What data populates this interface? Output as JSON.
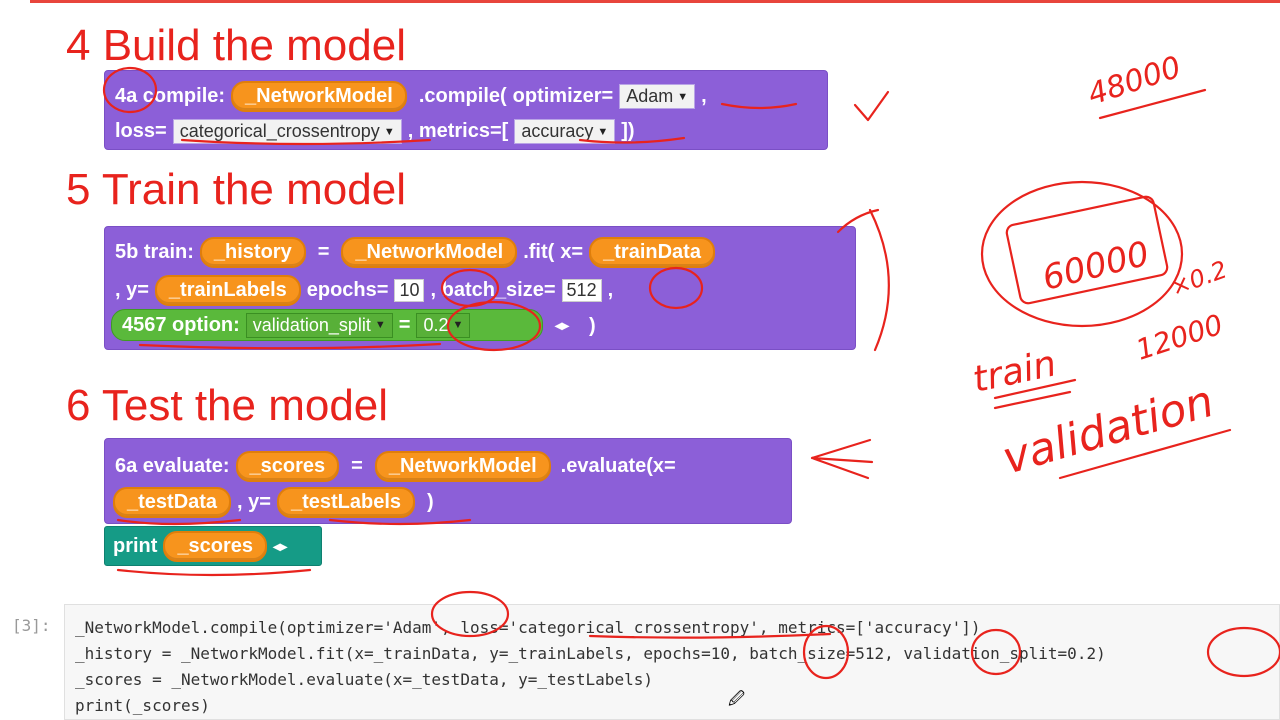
{
  "sections": {
    "build": {
      "title": "4 Build the model"
    },
    "train": {
      "title": "5 Train the model"
    },
    "test": {
      "title": "6 Test the model"
    }
  },
  "compile_block": {
    "label": "4a compile:",
    "model": "_NetworkModel",
    "method": ".compile(",
    "optimizer_label": "optimizer=",
    "optimizer_value": "Adam",
    "comma1": ",",
    "loss_label": "loss=",
    "loss_value": "categorical_crossentropy",
    "metrics_label": ", metrics=[",
    "metrics_value": "accuracy",
    "close": "])"
  },
  "train_block": {
    "label": "5b train:",
    "history": "_history",
    "eq": "=",
    "model": "_NetworkModel",
    "method": ".fit(",
    "x_label": "x=",
    "x_value": "_trainData",
    "y_label": ", y=",
    "y_value": "_trainLabels",
    "epochs_label": "epochs=",
    "epochs_value": "10",
    "batch_label": ", batch_size=",
    "batch_value": "512",
    "comma": ",",
    "option_label": "4567 option:",
    "option_name": "validation_split",
    "option_eq": "=",
    "option_value": "0.2",
    "close": ")"
  },
  "evaluate_block": {
    "label": "6a evaluate:",
    "scores": "_scores",
    "eq": "=",
    "model": "_NetworkModel",
    "method": ".evaluate(x=",
    "x_value": "_testData",
    "y_label": ", y=",
    "y_value": "_testLabels",
    "close": ")"
  },
  "print_block": {
    "label": "print",
    "value": "_scores"
  },
  "notebook": {
    "prompt": "[3]:",
    "lines": [
      "_NetworkModel.compile(optimizer='Adam', loss='categorical_crossentropy', metrics=['accuracy'])",
      "_history = _NetworkModel.fit(x=_trainData, y=_trainLabels, epochs=10, batch_size=512, validation_split=0.2)",
      "_scores = _NetworkModel.evaluate(x=_testData, y=_testLabels)",
      "print(_scores)"
    ]
  },
  "annotations": {
    "n48000": "48000",
    "n60000": "60000",
    "x02": "×0.2",
    "n12000": "12000",
    "train": "train",
    "validation": "validation"
  },
  "colors": {
    "heading": "#e8231d",
    "block": "#8c5fd8",
    "variable": "#f7941d",
    "option": "#5ab93b",
    "print": "#159b86",
    "ink": "#e8231d"
  }
}
